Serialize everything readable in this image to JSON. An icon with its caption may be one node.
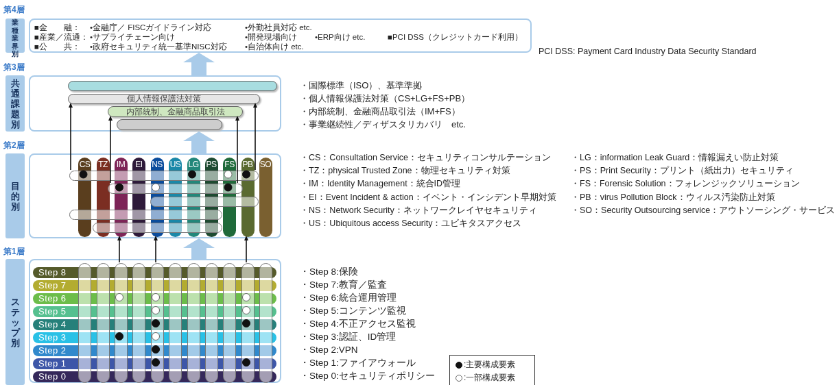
{
  "diagram": {
    "nodes": [
      {
        "text": [
          "業種業界別"
        ],
        "beside": [
          "第4層"
        ]
      },
      {
        "text": [
          "■金　　融：",
          "•金融庁／ FISCガイドライン対応",
          "•外勤社員対応 etc.",
          "■産業／流通：",
          "•サプライチェーン向け",
          "•開発現場向け",
          "•ERP向け etc.",
          "■PCI DSS（クレジットカード利用）",
          "■公　　共：",
          "•政府セキュリティ統一基準NISC対応",
          "•自治体向け etc."
        ]
      },
      {
        "text": [
          "共通課題別"
        ],
        "beside": [
          "第3層"
        ]
      },
      {
        "text": [],
        "shape": "box"
      },
      {
        "text": [],
        "shape": "bar",
        "in": 3
      },
      {
        "text": [
          "個人情報保護法対策"
        ],
        "in": 3
      },
      {
        "text": [
          "内部統制、金融商品取引法"
        ],
        "in": 3
      },
      {
        "text": [],
        "shape": "bar",
        "in": 3
      },
      {
        "text": [
          "目的別"
        ],
        "beside": [
          "第2層"
        ]
      },
      {
        "text": [],
        "shape": "box"
      },
      {
        "text": [
          "CS"
        ],
        "in": 9
      },
      {
        "text": [
          "TZ"
        ],
        "in": 9
      },
      {
        "text": [
          "IM"
        ],
        "in": 9
      },
      {
        "text": [
          "EI"
        ],
        "in": 9
      },
      {
        "text": [
          "NS"
        ],
        "in": 9
      },
      {
        "text": [
          "US"
        ],
        "in": 9
      },
      {
        "text": [
          "LG"
        ],
        "in": 9
      },
      {
        "text": [
          "PS"
        ],
        "in": 9
      },
      {
        "text": [
          "FS"
        ],
        "in": 9
      },
      {
        "text": [
          "PB"
        ],
        "in": 9
      },
      {
        "text": [
          "SO"
        ],
        "in": 9
      },
      {
        "text": [],
        "shape": "bar",
        "in": 9
      },
      {
        "text": [],
        "shape": "bar",
        "in": 9
      },
      {
        "text": [],
        "shape": "bar",
        "in": 9
      },
      {
        "text": [],
        "shape": "bar",
        "in": 9
      },
      {
        "text": [],
        "shape": "bar",
        "in": 9
      },
      {
        "text": [
          "ステップ別"
        ],
        "beside": [
          "第1層"
        ]
      },
      {
        "text": [],
        "shape": "box"
      },
      {
        "text": [
          "Step 8"
        ],
        "in": 27
      },
      {
        "text": [
          "Step 7"
        ],
        "in": 27
      },
      {
        "text": [
          "Step 6"
        ],
        "in": 27
      },
      {
        "text": [
          "Step 5"
        ],
        "in": 27
      },
      {
        "text": [
          "Step 4"
        ],
        "in": 27
      },
      {
        "text": [
          "Step 3"
        ],
        "in": 27
      },
      {
        "text": [
          "Step 2"
        ],
        "in": 27
      },
      {
        "text": [
          "Step 1"
        ],
        "in": 27
      },
      {
        "text": [
          "Step 0"
        ],
        "in": 27
      },
      {
        "text": [],
        "shape": "bar",
        "in": 27
      },
      {
        "text": [],
        "shape": "bar",
        "in": 27
      },
      {
        "text": [],
        "shape": "bar",
        "in": 27
      },
      {
        "text": [],
        "shape": "bar",
        "in": 27
      },
      {
        "text": [],
        "shape": "bar",
        "in": 27
      },
      {
        "text": [],
        "shape": "bar",
        "in": 27
      },
      {
        "text": [],
        "shape": "bar",
        "in": 27
      },
      {
        "text": [],
        "shape": "bar",
        "in": 27
      },
      {
        "text": [],
        "shape": "bar",
        "in": 27
      },
      {
        "text": [],
        "shape": "bar",
        "in": 27
      },
      {
        "text": [],
        "shape": "bar",
        "in": 27
      }
    ],
    "edges": [
      {
        "from": 27,
        "to": 9,
        "arrow": "to",
        "style": "thick",
        "color": "#a9cbe9"
      },
      {
        "from": 9,
        "to": 3,
        "arrow": "to",
        "style": "thick",
        "color": "#a9cbe9"
      },
      {
        "from": 3,
        "to": 1,
        "arrow": "to",
        "style": "thick",
        "color": "#a9cbe9"
      },
      {
        "from": 21,
        "to": 5,
        "arrow": "to"
      },
      {
        "from": 21,
        "to": 5,
        "arrow": "to"
      },
      {
        "from": 22,
        "to": 6,
        "arrow": "to"
      },
      {
        "from": 22,
        "to": 6,
        "arrow": "to"
      },
      {
        "from": 39,
        "to": 12,
        "arrow": "to"
      },
      {
        "from": 41,
        "to": 14,
        "arrow": "to"
      },
      {
        "from": 46,
        "to": 19,
        "arrow": "to"
      }
    ],
    "labels": [
      "PCI DSS: Payment Card Industry Data Security Standard",
      "・国際標準（ISO）、基準準拠",
      "・個人情報保護法対策（CS+LG+FS+PB）",
      "・内部統制、金融商品取引法（IM+FS）",
      "・事業継続性／ディザスタリカバリ　etc.",
      "・CS：Consultation Service：セキュリティコンサルテーション",
      "・TZ：physical Trusted Zone：物理セキュリティ対策",
      "・IM：Identity Management：統合ID管理",
      "・EI：Event Incident & action：イベント・インシデント早期対策",
      "・NS：Network Security：ネットワークレイヤセキュリティ",
      "・US：Ubiquitous access Security：ユビキタスアクセス",
      "・LG：information Leak Guard：情報漏えい防止対策",
      "・PS：Print Security：プリント（紙出力）セキュリティ",
      "・FS：Forensic Solution：フォレンジックソリューション",
      "・PB：virus Pollution Block：ウィルス汚染防止対策",
      "・SO：Security Outsourcing service：アウトソーシング・サービス",
      "・Step 8:保険",
      "・Step 7:教育／監査",
      "・Step 6:統合運用管理",
      "・Step 5:コンテンツ監視",
      "・Step 4:不正アクセス監視",
      "・Step 3:認証、ID管理",
      "・Step 2:VPN",
      "・Step 1:ファイアウォール",
      "・Step 0:セキュリティポリシー"
    ],
    "legend": [
      {
        "text": ":主要構成要素"
      },
      {
        "text": ":一部構成要素"
      }
    ]
  }
}
